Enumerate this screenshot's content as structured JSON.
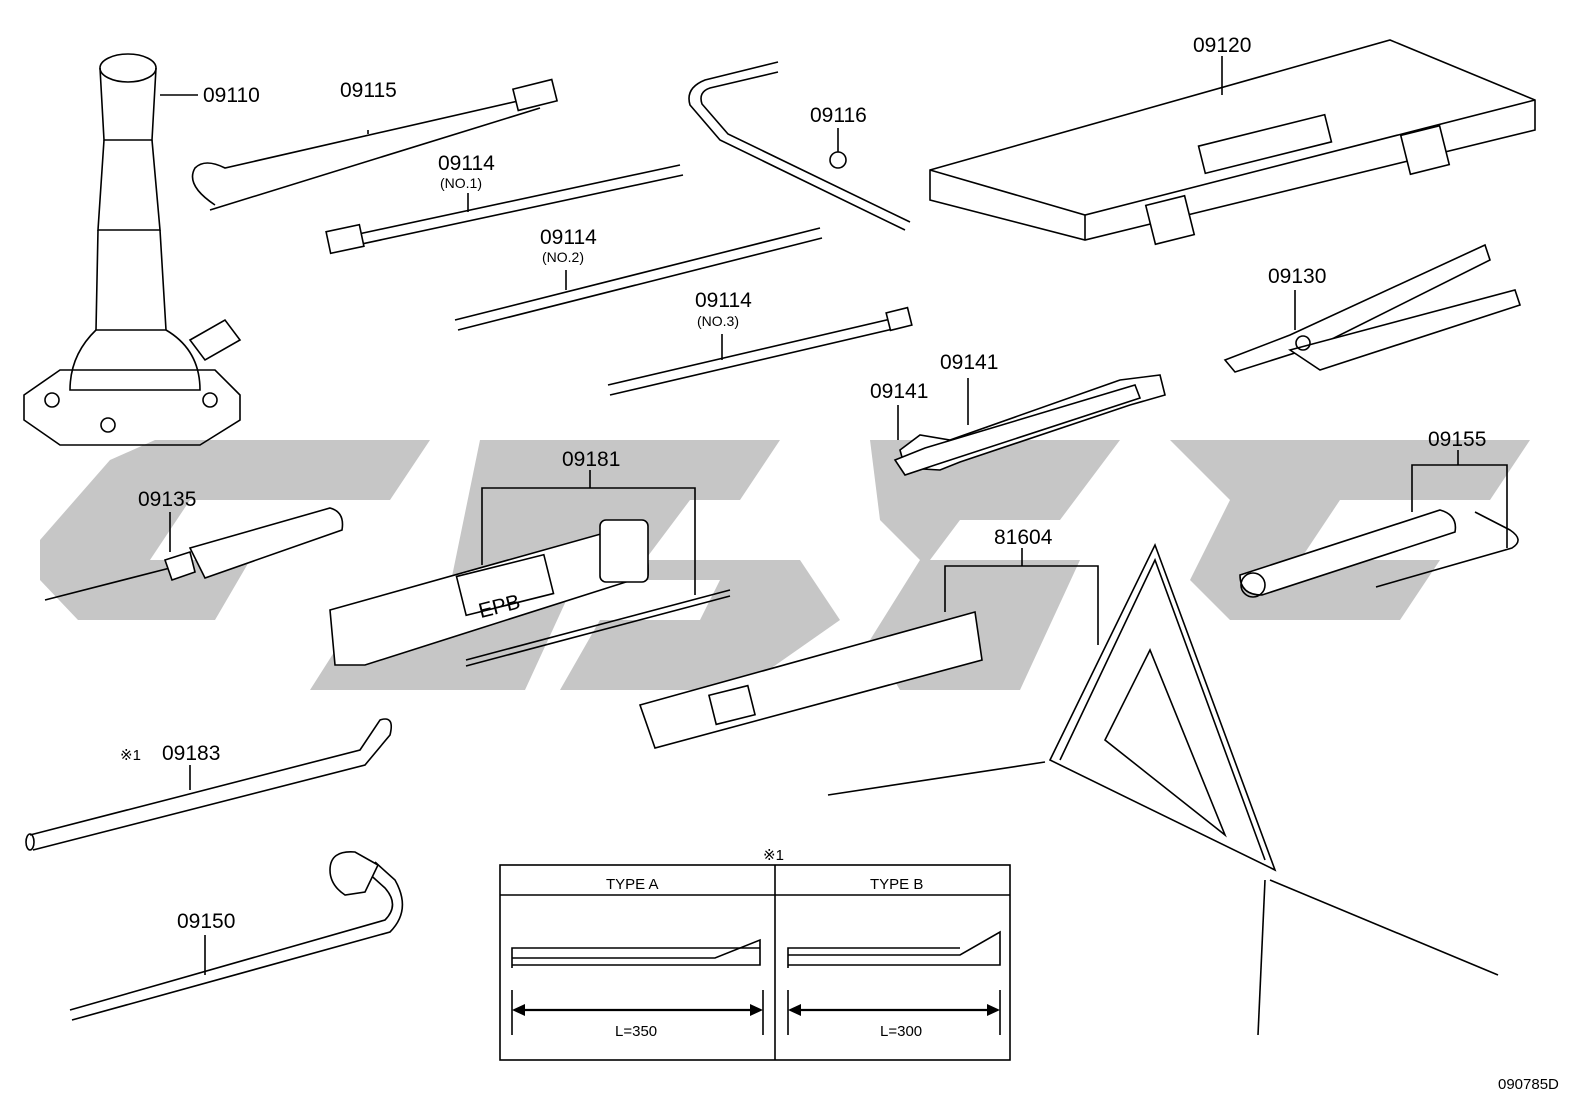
{
  "watermark": {
    "color": "#c6c6c6"
  },
  "parts": {
    "p09110": "09110",
    "p09115": "09115",
    "p09114_1": "09114",
    "p09114_1_sub": "(NO.1)",
    "p09114_2": "09114",
    "p09114_2_sub": "(NO.2)",
    "p09114_3": "09114",
    "p09114_3_sub": "(NO.3)",
    "p09116": "09116",
    "p09120": "09120",
    "p09130": "09130",
    "p09141_a": "09141",
    "p09141_b": "09141",
    "p09135": "09135",
    "p09181": "09181",
    "p09181_label": "EPB",
    "p09155": "09155",
    "p81604": "81604",
    "p09183_mark": "※1",
    "p09183": "09183",
    "p09150": "09150"
  },
  "table": {
    "mark": "※1",
    "type_a": "TYPE A",
    "type_b": "TYPE B",
    "len_a": "L=350",
    "len_b": "L=300"
  },
  "ref": "090785D"
}
